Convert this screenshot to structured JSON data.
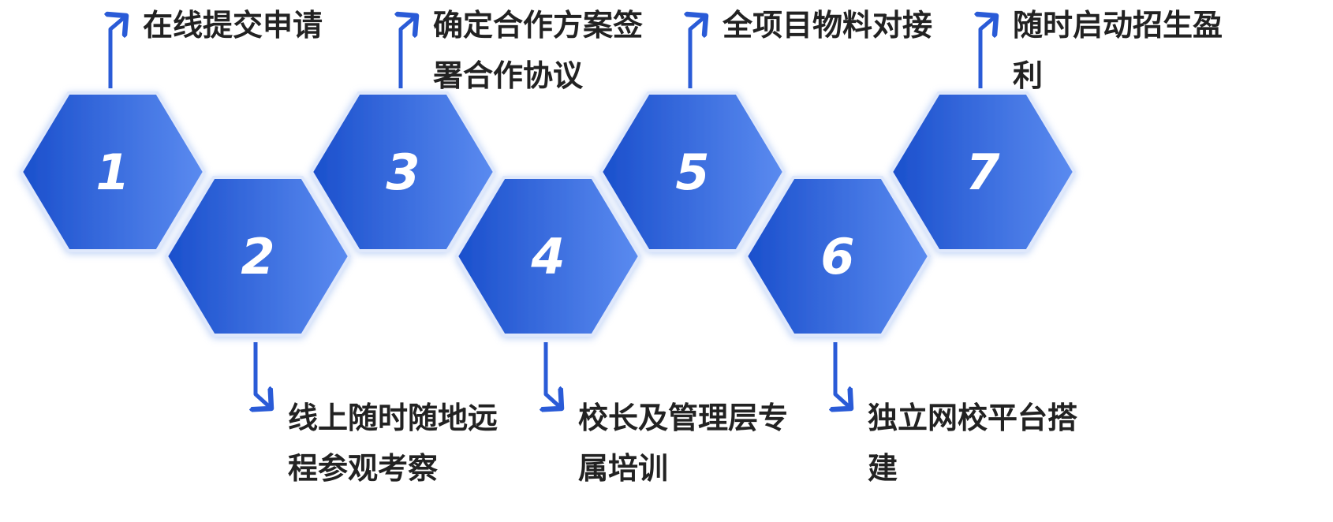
{
  "steps": [
    {
      "number": "1",
      "text": "在线提交申请"
    },
    {
      "number": "2",
      "text": "线上随时随地远程参观考察"
    },
    {
      "number": "3",
      "text": "确定合作方案签署合作协议"
    },
    {
      "number": "4",
      "text": "校长及管理层专属培训"
    },
    {
      "number": "5",
      "text": "全项目物料对接"
    },
    {
      "number": "6",
      "text": "独立网校平台搭建"
    },
    {
      "number": "7",
      "text": "随时启动招生盈利"
    }
  ],
  "colors": {
    "hex_dark": "#1a4fcc",
    "hex_light": "#5b8bf0",
    "arrow": "#2a5bd7",
    "text": "#222222"
  }
}
